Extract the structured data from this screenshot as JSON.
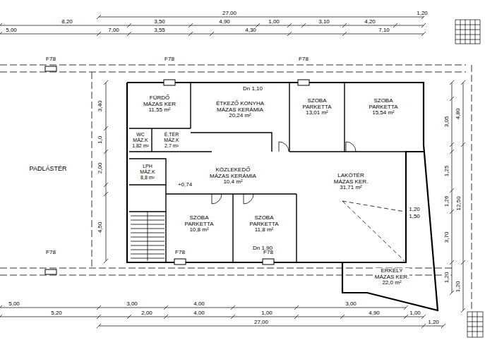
{
  "diagram": {
    "nodes": [
      {
        "text": [
          "FÜRDŐ",
          "MÁZAS KER",
          "11,55 m²"
        ]
      },
      {
        "text": [
          "ÉTKEZŐ KONYHA",
          "MÁZAS KERÁMIA",
          "20,24 m²"
        ]
      },
      {
        "text": [
          "SZOBA",
          "PARKETTA",
          "13,01 m²"
        ]
      },
      {
        "text": [
          "SZOBA",
          "PARKETTA",
          "15,54 m²"
        ]
      },
      {
        "text": [
          "WC",
          "MÁZ.K",
          "1,82 m²"
        ]
      },
      {
        "text": [
          "É.TÉR",
          "MÁZ.K",
          "2,7 m²"
        ]
      },
      {
        "text": [
          "LPH",
          "MÁZ.K",
          "8,8 m²"
        ]
      },
      {
        "text": [
          "KÖZLEKEDŐ",
          "MÁZAS KERÁMIA",
          "10,4 m²"
        ]
      },
      {
        "text": [
          "LAKÓTÉR",
          "MÁZAS KER.",
          "31,71 m²"
        ]
      },
      {
        "text": [
          "SZOBA",
          "PARKETTA",
          "10,8 m²"
        ]
      },
      {
        "text": [
          "SZOBA",
          "PARKETTA",
          "11,8 m²"
        ]
      },
      {
        "text": [
          "ERKÉLY",
          "MÁZAS KER.",
          "22,0 m²"
        ]
      }
    ],
    "labels": [
      "27,00",
      "1,20",
      "8,20",
      "3,50",
      "4,90",
      "1,00",
      "3,10",
      "4,20",
      "5,00",
      "7,00",
      "3,55",
      "4,30",
      "7,10",
      "F78",
      "F78",
      "F78",
      "Dn 1,10",
      "3,40",
      "1,0",
      "2,00",
      "4,50",
      "3,05",
      "4,80",
      "1,25",
      "12,50",
      "1,26",
      "3,70",
      "1,20",
      "1,20",
      "PADLÁSTÉR",
      "+0,74",
      "1,20",
      "1,50",
      "Dn 1,90",
      "F78",
      "F78",
      "F78",
      "5,00",
      "3,00",
      "4,00",
      "3,00",
      "5,20",
      "2,00",
      "4,00",
      "1,00",
      "4,90",
      "1,00",
      "27,00",
      "1,20"
    ]
  }
}
